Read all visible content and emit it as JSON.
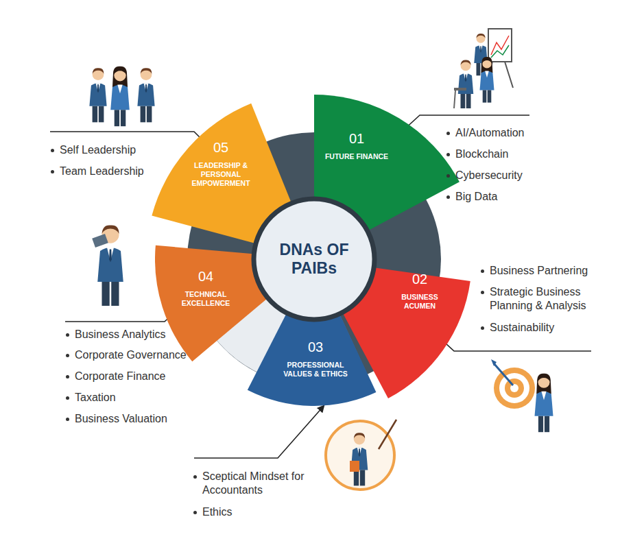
{
  "diagram": {
    "nodes": [
      {
        "text": [
          "DNAs OF PAIBs"
        ]
      },
      {
        "text": [
          "01",
          "FUTURE FINANCE"
        ]
      },
      {
        "text": [
          "02",
          "BUSINESS ACUMEN"
        ]
      },
      {
        "text": [
          "03",
          "PROFESSIONAL VALUES & ETHICS"
        ]
      },
      {
        "text": [
          "04",
          "TECHNICAL EXCELLENCE"
        ]
      },
      {
        "text": [
          "05",
          "LEADERSHIP & PERSONAL EMPOWERMENT"
        ]
      }
    ],
    "labels": [
      "AI/Automation",
      "Blockchain",
      "Cybersecurity",
      "Big Data",
      "Business Partnering",
      "Strategic Business Planning & Analysis",
      "Sustainability",
      "Sceptical Mindset for Accountants",
      "Ethics",
      "Business Analytics",
      "Corporate Governance",
      "Corporate Finance",
      "Taxation",
      "Business Valuation",
      "Self Leadership",
      "Team Leadership"
    ]
  }
}
